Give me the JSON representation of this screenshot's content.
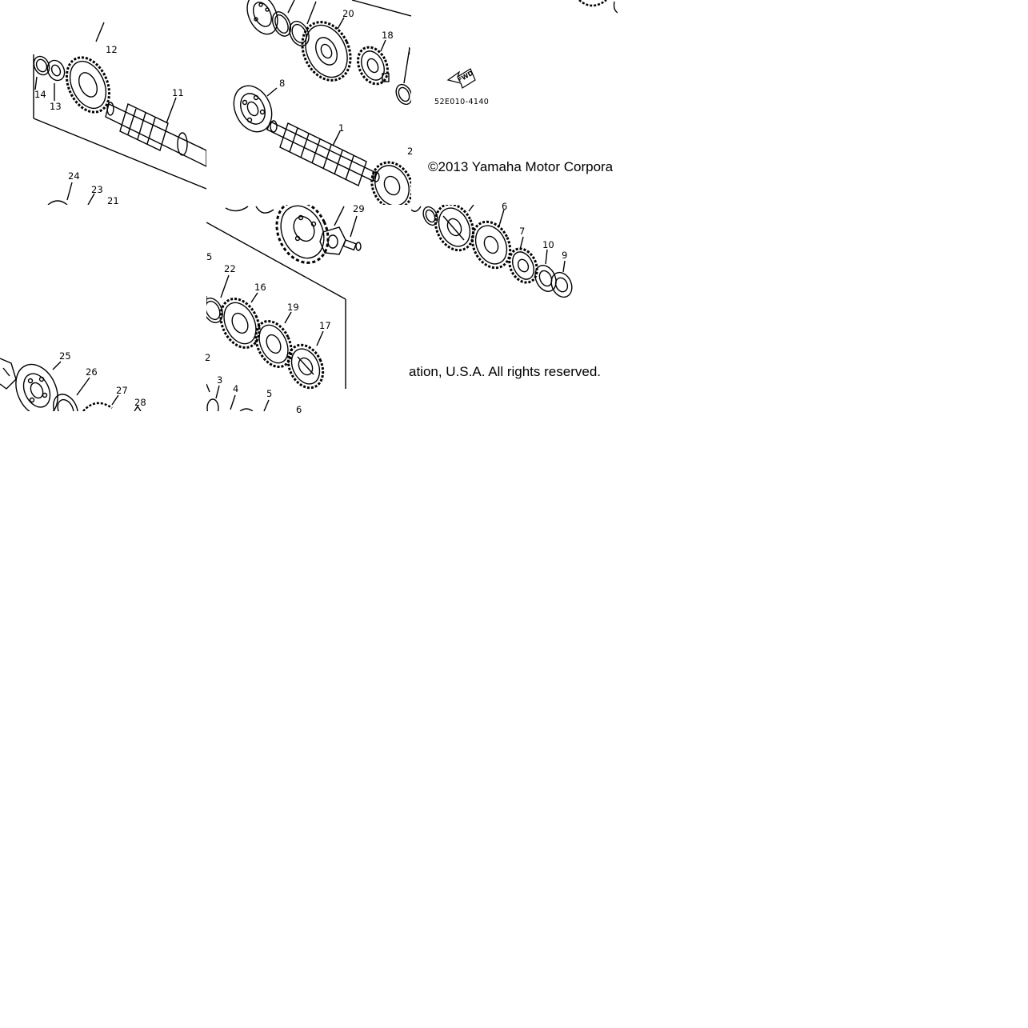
{
  "diagram": {
    "part_code": "52E010-4140",
    "fwd_label": "FWD",
    "copyright_line1": "©2013 Yamaha Motor Corpora",
    "copyright_line2": "ation, U.S.A. All rights reserved.",
    "callouts": {
      "c20": "20",
      "c18": "18",
      "c8": "8",
      "c1": "1",
      "c2a": "2",
      "c12": "12",
      "c11": "11",
      "c14": "14",
      "c13": "13",
      "c24": "24",
      "c23": "23",
      "c21": "21",
      "c29": "29",
      "c6a": "6",
      "c7": "7",
      "c10": "10",
      "c9": "9",
      "c5a": "5",
      "c22": "22",
      "c16": "16",
      "c19": "19",
      "c17": "17",
      "c2b": "2",
      "c25": "25",
      "c26": "26",
      "c27": "27",
      "c28": "28",
      "c3": "3",
      "c4": "4",
      "c5b": "5",
      "c6b": "6"
    }
  },
  "colors": {
    "line": "#000000",
    "background": "#ffffff"
  }
}
